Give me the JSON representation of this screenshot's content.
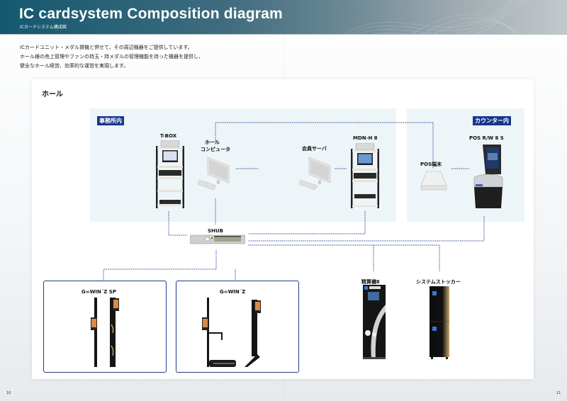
{
  "header": {
    "title": "IC cardsystem Composition diagram",
    "subtitle": "ICカードシステム構成図"
  },
  "intro": [
    "ICカードユニット・メダル貸機と併せて、その周辺機器をご提供しています。",
    "ホール様の売上管理やファンの持玉・持メダルの管理機能を持った機器を提供し、",
    "健全なホール経営、効率的な運営を実現します。"
  ],
  "diagram": {
    "area_label": "ホール",
    "zones": {
      "office": "事務所内",
      "counter": "カウンター内"
    },
    "devices": {
      "tbox": "T-BOX",
      "hall_computer_line1": "ホール",
      "hall_computer_line2": "コンピュータ",
      "member_server": "会員サーバ",
      "mdn": "MDN-H Ⅱ",
      "pos_terminal": "POS端末",
      "pos_rw": "POS R/W Ⅱ S",
      "shub": "SHUB",
      "seisan": "精算機Ⅱ",
      "stocker": "システムストッカー"
    },
    "groups": {
      "gwinz_sp": "G∞WIN´Z SP",
      "gwinz": "G∞WIN´Z"
    },
    "colors": {
      "tag_bg": "#17378a",
      "line": "#2d4a9a",
      "zone_bg": "#edf5f8",
      "header_start": "#14586f"
    }
  },
  "footer": {
    "page_left": "10",
    "page_right": "11"
  }
}
